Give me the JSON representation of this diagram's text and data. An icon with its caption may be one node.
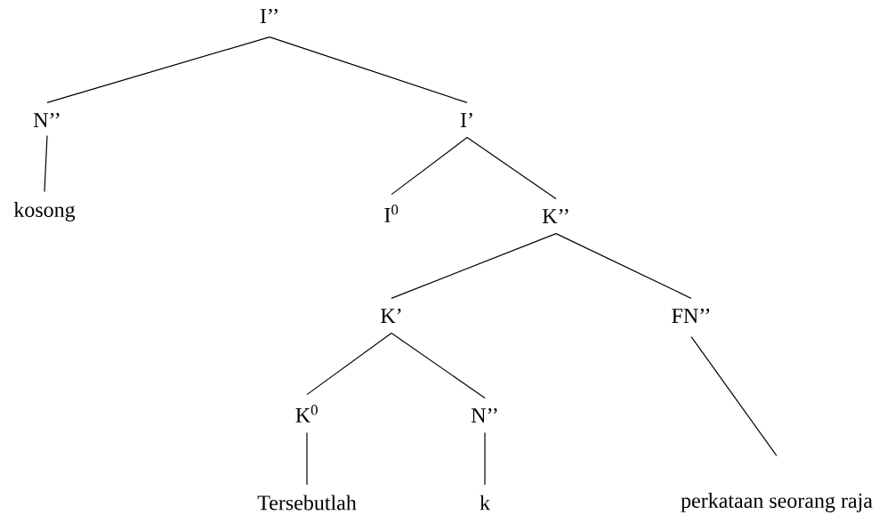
{
  "diagram": {
    "nodes": [
      {
        "text": [
          "I’’"
        ]
      },
      {
        "text": [
          "N’’"
        ]
      },
      {
        "text": [
          "I’"
        ]
      },
      {
        "text": [
          "kosong"
        ]
      },
      {
        "text": [
          "I$^{0}$"
        ]
      },
      {
        "text": [
          "K’’"
        ]
      },
      {
        "text": [
          "K’"
        ]
      },
      {
        "text": [
          "FN’’"
        ]
      },
      {
        "text": [
          "K$^{0}$"
        ]
      },
      {
        "text": [
          "N’’"
        ]
      },
      {
        "text": [
          "Tersebutlah"
        ]
      },
      {
        "text": [
          "k"
        ]
      },
      {
        "text": [
          "perkataan seorang raja"
        ]
      }
    ],
    "edges": [
      {
        "from": 0,
        "to": 1,
        "arrow": "none"
      },
      {
        "from": 0,
        "to": 2,
        "arrow": "none"
      },
      {
        "from": 1,
        "to": 3,
        "arrow": "none"
      },
      {
        "from": 2,
        "to": 4,
        "arrow": "none"
      },
      {
        "from": 2,
        "to": 5,
        "arrow": "none"
      },
      {
        "from": 5,
        "to": 6,
        "arrow": "none"
      },
      {
        "from": 5,
        "to": 7,
        "arrow": "none"
      },
      {
        "from": 6,
        "to": 8,
        "arrow": "none"
      },
      {
        "from": 6,
        "to": 9,
        "arrow": "none"
      },
      {
        "from": 7,
        "to": 12,
        "arrow": "none"
      },
      {
        "from": 8,
        "to": 10,
        "arrow": "none"
      },
      {
        "from": 9,
        "to": 11,
        "arrow": "none"
      }
    ]
  }
}
